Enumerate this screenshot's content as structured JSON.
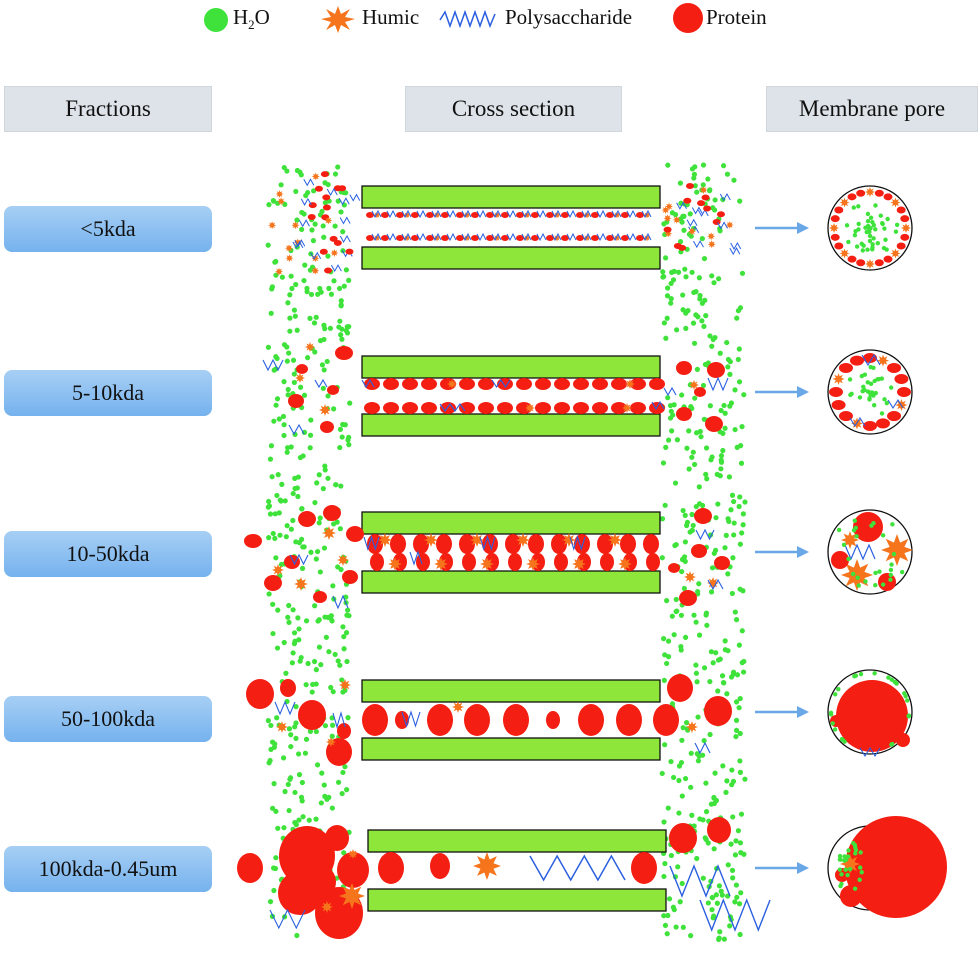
{
  "legend": {
    "water_main": "H",
    "water_sub": "2",
    "water_tail": "O",
    "humic": "Humic",
    "polysaccharide": "Polysaccharide",
    "protein": "Protein"
  },
  "headers": {
    "fractions": "Fractions",
    "cross_section": "Cross section",
    "membrane_pore": "Membrane pore"
  },
  "fractions": [
    "<5kda",
    "5-10kda",
    "10-50kda",
    "50-100kda",
    "100kda-0.45um"
  ],
  "colors": {
    "water": "#3ee23a",
    "humic": "#f5741c",
    "polysaccharide": "#2a5fe0",
    "protein": "#f51e12",
    "membrane": "#8ee63a",
    "arrow": "#6aa7e6",
    "header_bg": "#dde3e8",
    "fraction_bg": "#8cc0f2"
  },
  "icons": [
    "water-dot-icon",
    "humic-star-icon",
    "polysaccharide-zigzag-icon",
    "protein-circle-icon",
    "arrow-right-icon"
  ]
}
